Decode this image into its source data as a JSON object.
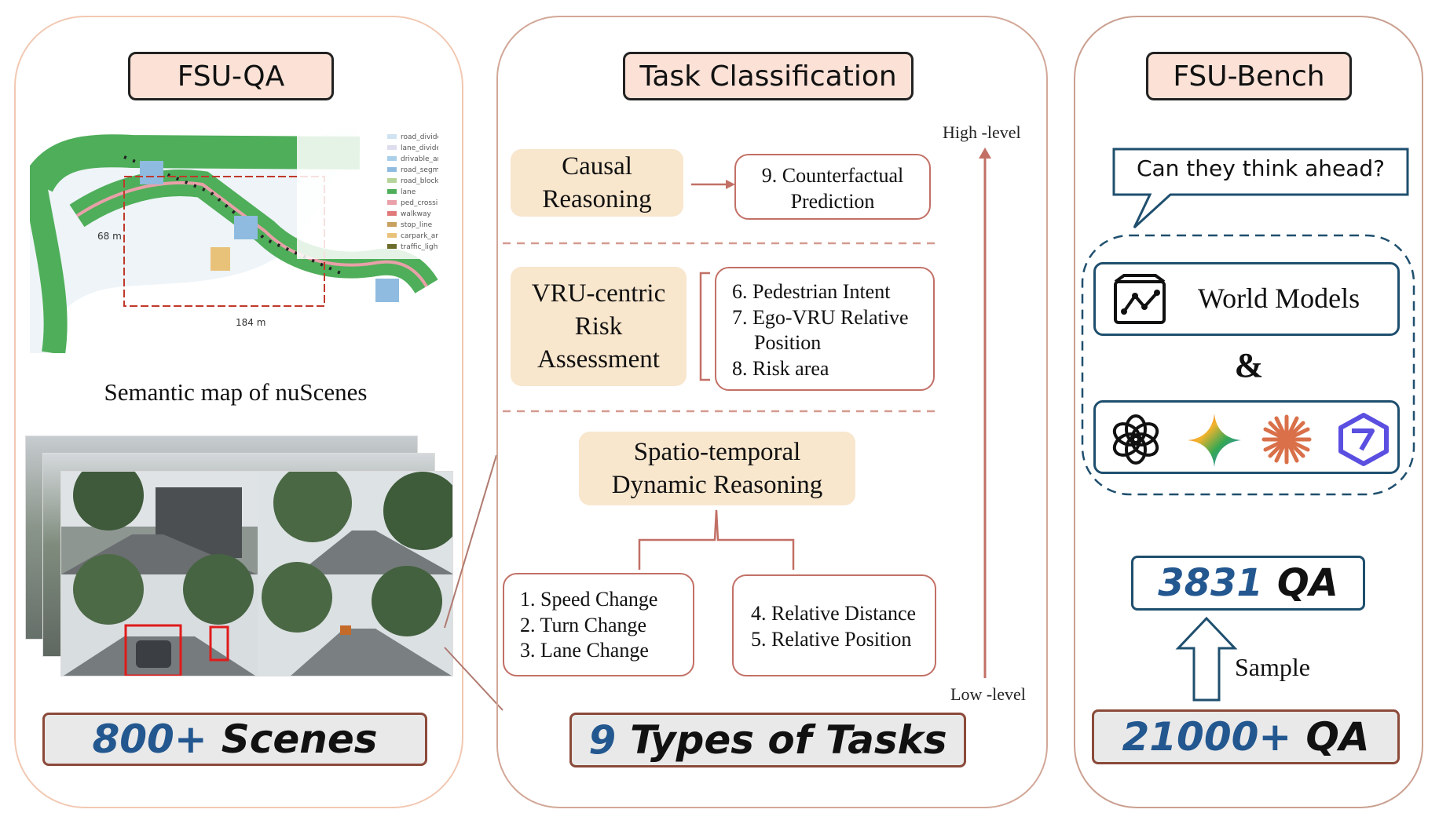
{
  "panels": {
    "qa": {
      "title": "FSU-QA",
      "map_caption": "Semantic map of nuScenes",
      "map_legend": [
        "road_divider",
        "lane_divider",
        "drivable_area",
        "road_segment",
        "road_block",
        "lane",
        "ped_crossing",
        "walkway",
        "stop_line",
        "carpark_area",
        "traffic_light"
      ],
      "map_dim_v": "68 m",
      "map_dim_h": "184 m",
      "scenes_number": "800+",
      "scenes_label": "Scenes"
    },
    "tasks": {
      "title": "Task Classification",
      "level_high": "High -level",
      "level_low": "Low -level",
      "categories": {
        "causal": "Causal Reasoning",
        "vru": "VRU-centric Risk Assessment",
        "spatio": "Spatio-temporal Dynamic Reasoning"
      },
      "items": {
        "t9": "9. Counterfactual Prediction",
        "t6": "6. Pedestrian Intent",
        "t7": "7. Ego-VRU Relative Position",
        "t8": "8. Risk area",
        "t1": "1. Speed Change",
        "t2": "2. Turn Change",
        "t3": "3. Lane Change",
        "t4": "4. Relative Distance",
        "t5": "5. Relative Position"
      },
      "types_number": "9",
      "types_label": "Types of Tasks"
    },
    "bench": {
      "title": "FSU-Bench",
      "question": "Can they think ahead?",
      "world_models": "World Models",
      "ampersand": "&",
      "model_icons": [
        "openai-icon",
        "gemini-icon",
        "claude-icon",
        "qwen-icon"
      ],
      "sample_number": "3831",
      "sample_label": "QA",
      "sample_arrow_label": "Sample",
      "total_number": "21000+",
      "total_label": "QA"
    }
  },
  "colors": {
    "accent_blue": "#23578f",
    "task_border": "#c27066",
    "category_fill": "#f8e6cd",
    "title_fill": "#fbe1d6",
    "bench_blue": "#1f4f6e"
  }
}
